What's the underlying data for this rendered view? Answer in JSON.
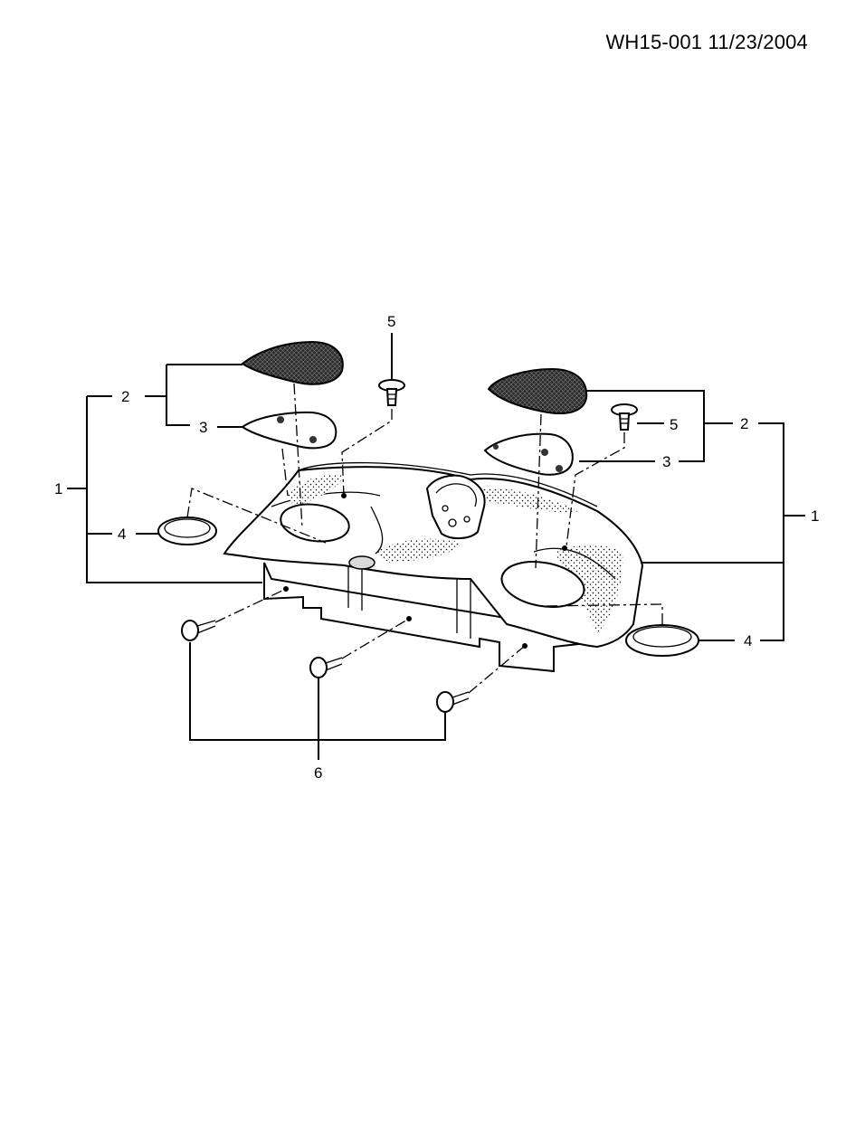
{
  "header": {
    "reference": "WH15-001 11/23/2004"
  },
  "callouts": {
    "panel_left": "1",
    "panel_right": "1",
    "grille_left": "2",
    "grille_right": "2",
    "pad_left": "3",
    "pad_right": "3",
    "ring_left": "4",
    "ring_right": "4",
    "clip_left": "5",
    "clip_right": "5",
    "fasteners": "6"
  }
}
